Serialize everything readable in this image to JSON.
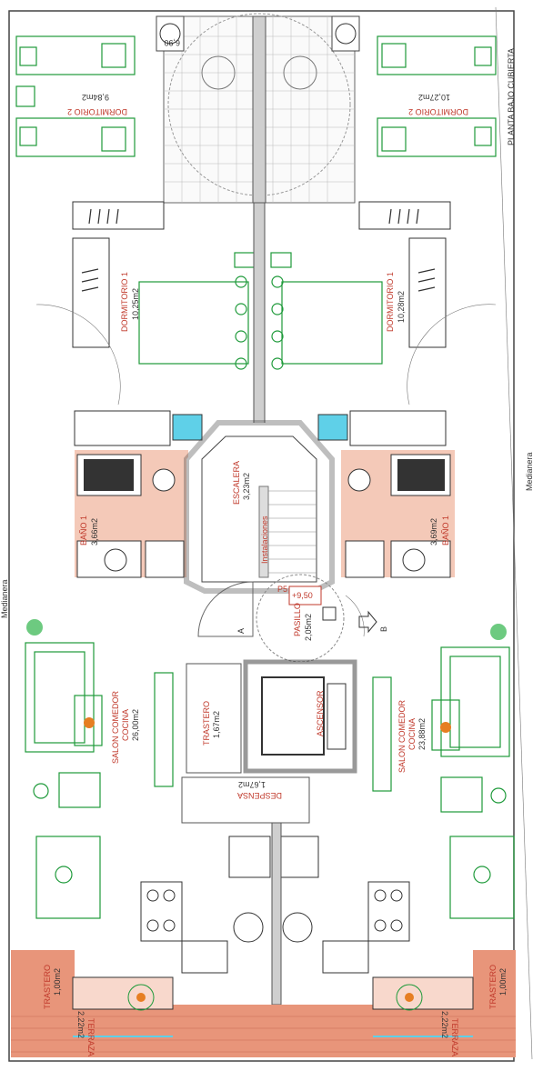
{
  "labels": {
    "planta": "PLANTA BAJO CUBIERTA",
    "medianera_right": "Medianera",
    "medianera_left": "Medianera",
    "dorm2_left_name": "DORMITORIO  2",
    "dorm2_left_area": "9,84m2",
    "dorm2_right_name": "DORMITORIO  2",
    "dorm2_right_area": "10,27m2",
    "dorm1_left_name": "DORMITORIO  1",
    "dorm1_left_area": "10,25m2",
    "dorm1_right_name": "DORMITORIO  1",
    "dorm1_right_area": "10,28m2",
    "bano_left_name": "BAÑO  1",
    "bano_left_area": "3,66m2",
    "bano_right_name": "BAÑO  1",
    "bano_right_area": "3,69m2",
    "escalera_name": "ESCALERA",
    "escalera_area": "3,23m2",
    "instalaciones": "Instalaciones",
    "pasillo_name": "PASILLO",
    "pasillo_area": "2,05m2",
    "level": "+9,50",
    "level_prefix": "P5",
    "door_a": "A",
    "door_b": "B",
    "trastero_mid_name": "TRASTERO",
    "trastero_mid_area": "1,67m2",
    "ascensor": "ASCENSOR",
    "despensa_name": "DESPENSA",
    "despensa_area": "1,67m2",
    "salon_left_name": "SALON COMEDOR",
    "salon_left_sub": "COCINA",
    "salon_left_area": "26,00m2",
    "salon_right_name": "SALON COMEDOR",
    "salon_right_sub": "COCINA",
    "salon_right_area": "23,88m2",
    "trastero_left_name": "TRASTERO",
    "trastero_left_area": "1,00m2",
    "trastero_right_name": "TRASTERO",
    "trastero_right_area": "1,00m2",
    "terraza_left_name": "TERRAZA",
    "terraza_left_area": "2,22m2",
    "terraza_right_name": "TERRAZA",
    "terraza_right_area": "2,22m2",
    "top_dim": "6,90"
  },
  "colors": {
    "label": "#c0392b",
    "furniture": "#1e9a3a",
    "bath_tile": "#f4c9b8",
    "roof_tile": "#e8957a",
    "pool_blue": "#5fd0e8"
  }
}
